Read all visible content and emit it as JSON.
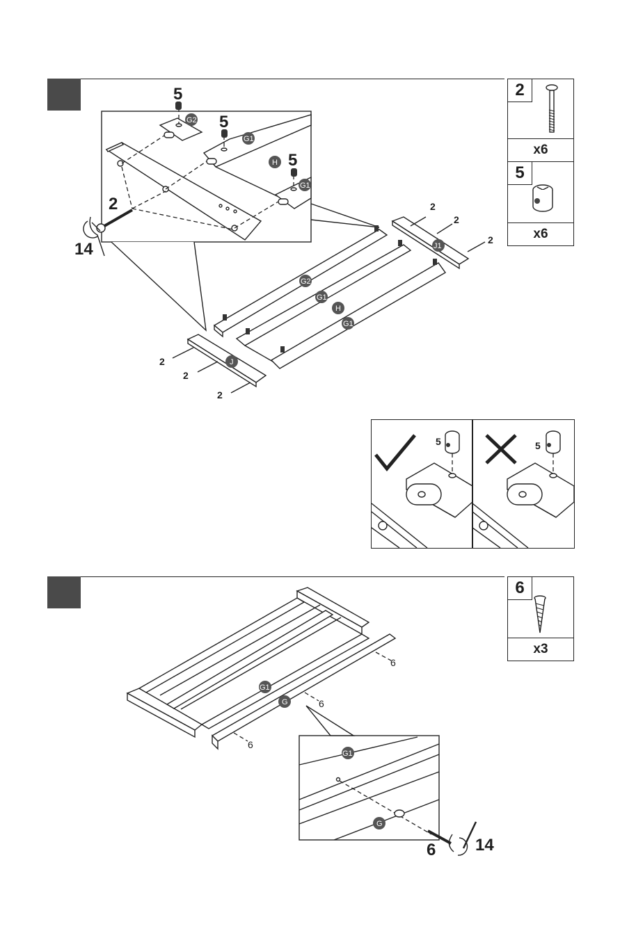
{
  "colors": {
    "marker": "#4a4a4a",
    "line": "#222222",
    "label_circle": "#555555"
  },
  "step1": {
    "parts": [
      {
        "number": "2",
        "quantity": "x6",
        "icon": "bolt-icon"
      },
      {
        "number": "5",
        "quantity": "x6",
        "icon": "barrel-nut-icon"
      }
    ],
    "callouts": {
      "bolt": "2",
      "barrel_nut": "5",
      "tool": "14",
      "small_bolt": "2"
    },
    "piece_labels": {
      "g1": "G1",
      "g2": "G2",
      "h": "H",
      "j": "J",
      "j1": "J1"
    },
    "orientation_check": {
      "nut_label": "5"
    }
  },
  "step2": {
    "parts": [
      {
        "number": "6",
        "quantity": "x3",
        "icon": "screw-icon"
      }
    ],
    "callouts": {
      "screw": "6",
      "tool": "14"
    },
    "piece_labels": {
      "g": "G",
      "g1": "G1"
    }
  }
}
